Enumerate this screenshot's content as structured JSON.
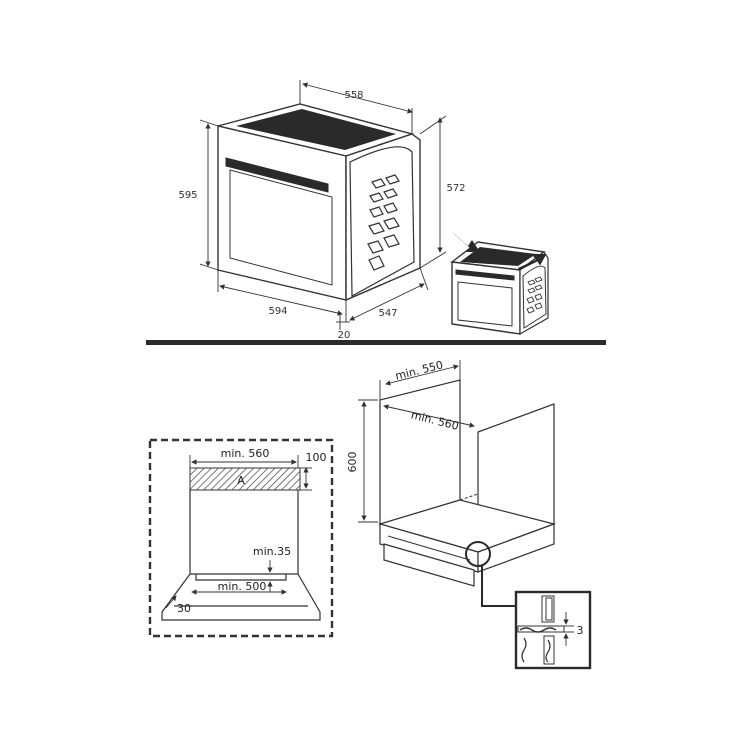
{
  "oven_dimensions": {
    "top_depth": "558",
    "height": "595",
    "body_height": "572",
    "width": "594",
    "body_depth": "547",
    "front_thickness": "20"
  },
  "installation": {
    "niche_width_min": "min. 560",
    "top_gap": "100",
    "zone_label": "A",
    "rear_gap_min": "min.35",
    "bottom_opening_min": "min. 500",
    "side_gap": "30"
  },
  "cabinet": {
    "depth_min": "min. 550",
    "width_min": "min. 560",
    "height": "600",
    "detail_gap": "3"
  },
  "colors": {
    "line": "#333333",
    "hatch": "#555555",
    "divider": "#2a2a2a"
  }
}
